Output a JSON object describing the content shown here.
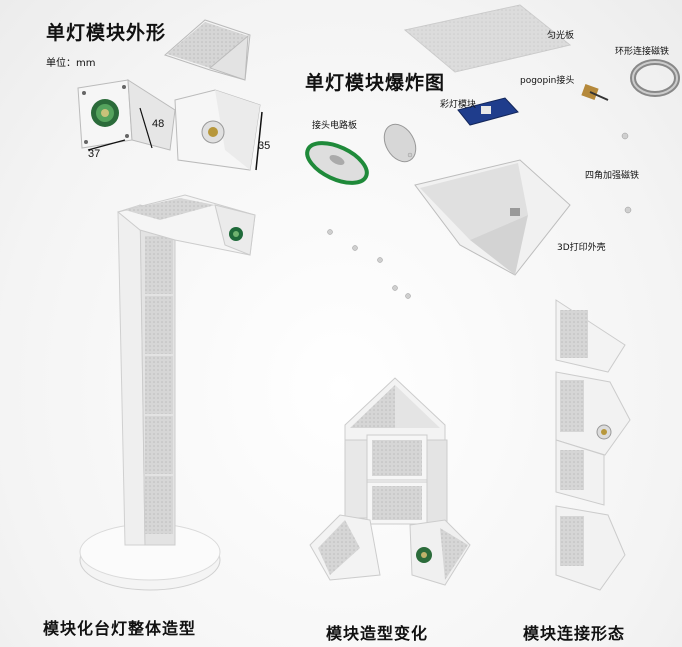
{
  "titles": {
    "shape": "单灯模块外形",
    "exploded": "单灯模块爆炸图",
    "unit": "单位：mm"
  },
  "dimensions": {
    "d37": "37",
    "d48": "48",
    "d35": "35"
  },
  "parts": {
    "diffuser": "匀光板",
    "ring_magnet": "环形连接磁铁",
    "pogopin": "pogopin接头",
    "rgb_module": "彩灯模块",
    "connector_pcb": "接头电路板",
    "corner_magnets": "四角加强磁铁",
    "shell": "3D打印外壳"
  },
  "captions": {
    "lamp": "模块化台灯整体造型",
    "shape_change": "模块造型变化",
    "connection": "模块连接形态"
  },
  "colors": {
    "body": "#f2f2f2",
    "shade": "#d9d9d9",
    "panel": "#cfcfcf",
    "accent_green": "#1f8a3a",
    "pcb_blue": "#1f3d8c"
  }
}
